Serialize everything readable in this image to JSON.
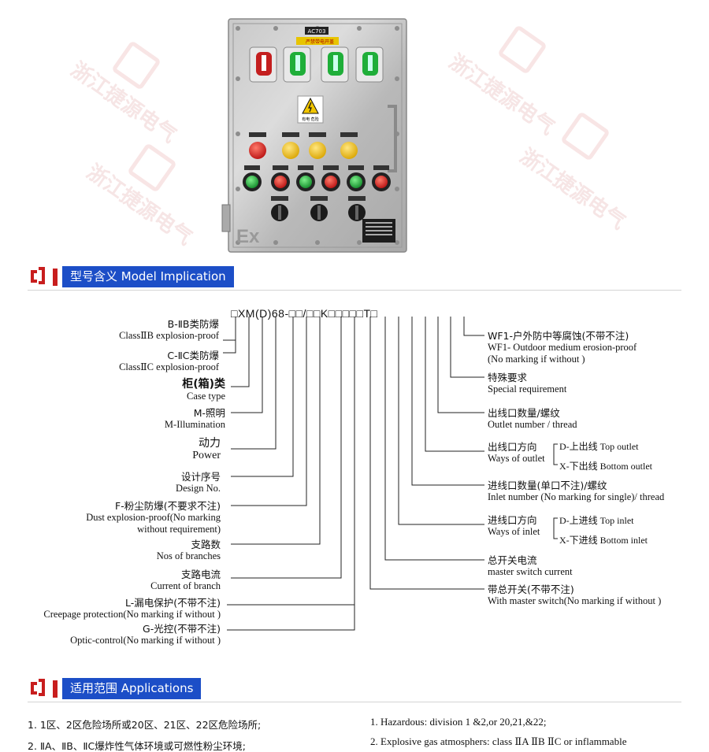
{
  "watermark": {
    "text": "浙江捷源电气"
  },
  "photo": {
    "panel_tag": "AC703",
    "warning_plate": "严禁带电开盖",
    "warning_text": "有电 危险",
    "ex_mark": "Ex"
  },
  "model_section": {
    "title": "型号含义 Model Implication"
  },
  "model_code": "□XM(D)68-□□/□□K□□□□□T□",
  "left_labels": [
    {
      "cn": "B-ⅡB类防爆",
      "en": "ClassⅡB  explosion-proof"
    },
    {
      "cn": "C-ⅡC类防爆",
      "en": "ClassⅡC  explosion-proof"
    },
    {
      "cn": "柜(箱)类",
      "en": "Case type"
    },
    {
      "cn": "M-照明",
      "en": "M-Illumination"
    },
    {
      "cn": "动力",
      "en": "Power"
    },
    {
      "cn": "设计序号",
      "en": "Design No."
    },
    {
      "cn": "F-粉尘防爆(不要求不注)",
      "en": "Dust explosion-proof(No marking",
      "en2": "without requirement)"
    },
    {
      "cn": "支路数",
      "en": "Nos of branches"
    },
    {
      "cn": "支路电流",
      "en": "Current of branch"
    },
    {
      "cn": "L-漏电保护(不带不注)",
      "en": "Creepage protection(No marking  if without )"
    },
    {
      "cn": "G-光控(不带不注)",
      "en": "Optic-control(No marking  if without )"
    }
  ],
  "right_labels": [
    {
      "cn": "WF1-户外防中等腐蚀(不带不注)",
      "en": "WF1- Outdoor medium erosion-proof",
      "en2": "(No marking  if without )"
    },
    {
      "cn": "特殊要求",
      "en": "Special requirement"
    },
    {
      "cn": "出线口数量/螺纹",
      "en": "Outlet number / thread"
    },
    {
      "cn": "出线口方向",
      "en": "Ways of outlet",
      "opt1": "D-上出线  Top outlet",
      "opt2": "X-下出线  Bottom  outlet"
    },
    {
      "cn": "进线口数量(单口不注)/螺纹",
      "en": "Inlet number (No marking for single)/ thread"
    },
    {
      "cn": "进线口方向",
      "en": "Ways of inlet",
      "opt1": "D-上进线  Top inlet",
      "opt2": "X-下进线  Bottom  inlet"
    },
    {
      "cn": "总开关电流",
      "en": "master switch current"
    },
    {
      "cn": "带总开关(不带不注)",
      "en": "With master switch(No marking  if without )"
    }
  ],
  "applications_section": {
    "title": "适用范围 Applications"
  },
  "applications": {
    "cn": [
      "1. 1区、2区危险场所或20区、21区、22区危险场所;",
      "2. ⅡA、ⅡB、ⅡC爆炸性气体环境或可燃性粉尘环境;"
    ],
    "en": [
      "1. Hazardous: division 1 &2,or 20,21,&22;",
      "2. Explosive gas atmosphers: class ⅡA ⅡB ⅡC or inflammable"
    ]
  },
  "colors": {
    "accent_blue": "#1c4ec7",
    "accent_red": "#c81e1e"
  }
}
